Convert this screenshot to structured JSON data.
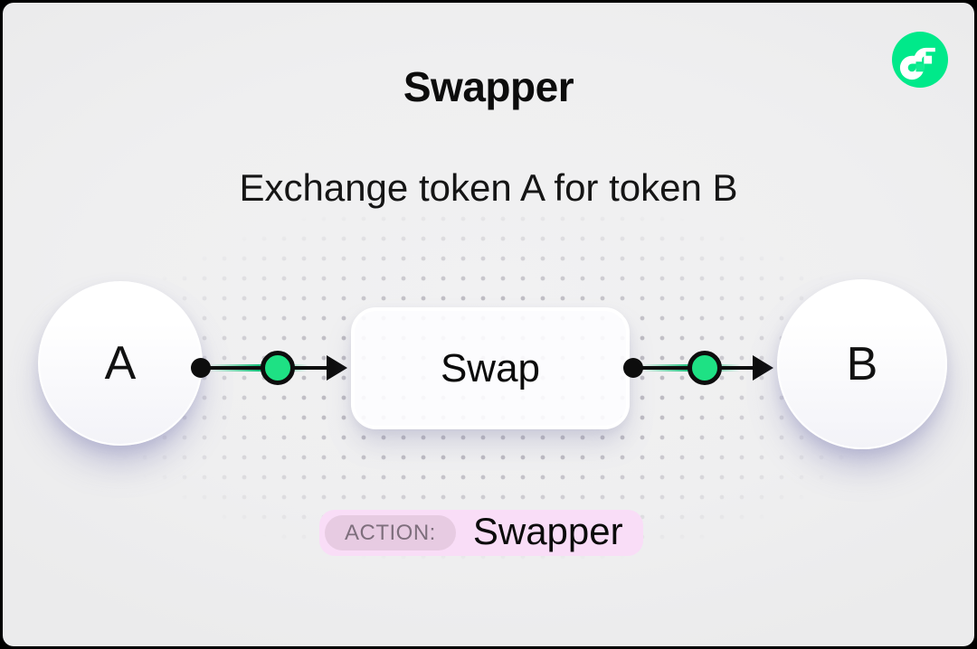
{
  "header": {
    "title": "Swapper",
    "subtitle": "Exchange token A for token B"
  },
  "logo": {
    "name": "flow-logo",
    "brand_green": "#00E98A"
  },
  "diagram": {
    "nodes": [
      {
        "id": "token-a",
        "label": "A",
        "type": "token"
      },
      {
        "id": "swap",
        "label": "Swap",
        "type": "action-box"
      },
      {
        "id": "token-b",
        "label": "B",
        "type": "token"
      }
    ],
    "edges": [
      {
        "from": "token-a",
        "to": "swap"
      },
      {
        "from": "swap",
        "to": "token-b"
      }
    ],
    "connector_green": "#1EE184",
    "connector_black": "#0D0D0D"
  },
  "footer": {
    "action_label": "ACTION:",
    "action_value": "Swapper",
    "pill_bg": "#F9DDF7",
    "badge_bg": "#E7CBE2"
  }
}
